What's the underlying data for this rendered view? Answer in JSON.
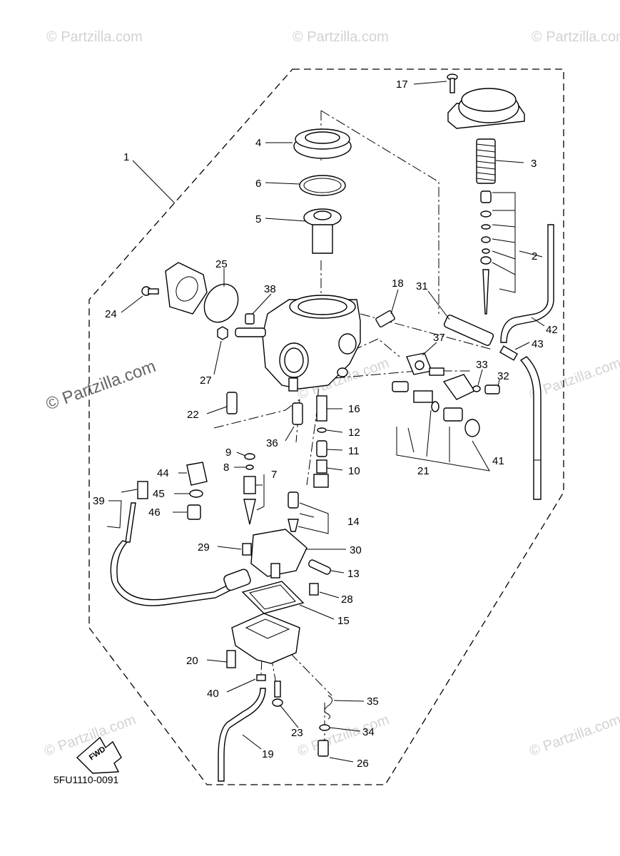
{
  "diagram": {
    "code": "5FU1110-0091",
    "watermark": "© Partzilla.com",
    "fwd_label": "FWD",
    "callouts": [
      "1",
      "2",
      "3",
      "4",
      "5",
      "6",
      "7",
      "8",
      "9",
      "10",
      "11",
      "12",
      "13",
      "14",
      "15",
      "16",
      "17",
      "18",
      "19",
      "20",
      "21",
      "22",
      "23",
      "24",
      "25",
      "26",
      "27",
      "28",
      "29",
      "30",
      "31",
      "32",
      "33",
      "34",
      "35",
      "36",
      "37",
      "38",
      "39",
      "40",
      "41",
      "42",
      "43",
      "44",
      "45",
      "46"
    ]
  }
}
